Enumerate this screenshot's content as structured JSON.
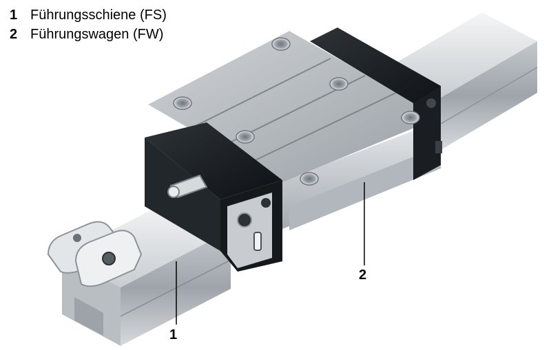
{
  "legend": {
    "items": [
      {
        "number": "1",
        "label": "Führungsschiene (FS)"
      },
      {
        "number": "2",
        "label": "Führungswagen (FW)"
      }
    ]
  },
  "callouts": {
    "rail": "1",
    "carriage": "2"
  }
}
